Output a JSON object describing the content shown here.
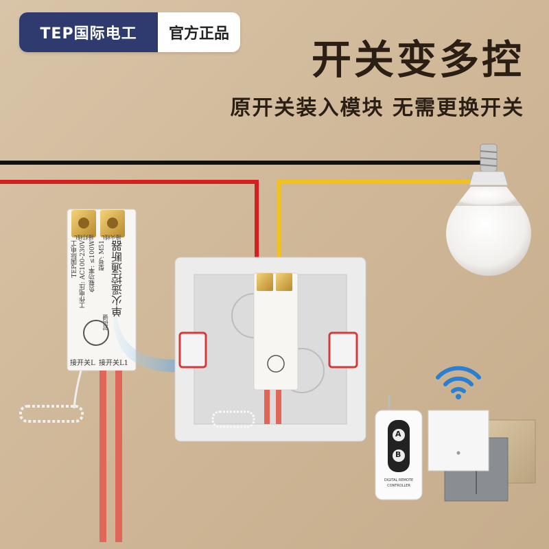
{
  "badge": {
    "brand": "TEP国际电工",
    "official": "官方正品"
  },
  "headline": {
    "title": "开关变多控",
    "subtitle": "原开关装入模块 无需更换开关"
  },
  "module": {
    "name": "单火遥控通断器",
    "model": "型号: M51",
    "load": "负载功率: ≤100W",
    "voltage": "工作电压: AC100-230V",
    "maker": "TEP国际电工",
    "terminal_left": "接开关L",
    "terminal_right": "接开关L1",
    "terminal_top_left": "接灯线L",
    "terminal_top_right": "接火线L",
    "pair_label": "对码键"
  },
  "remote": {
    "button_a": "A",
    "button_b": "B",
    "brand_line1": "DIGITAL REMOTE",
    "brand_line2": "CONTROLLER"
  },
  "colors": {
    "wire_black": "#111111",
    "wire_red": "#d42020",
    "wire_yellow": "#f2c21a",
    "brand_blue": "#2f3a6e",
    "arrow_blue": "#2a7fd0"
  },
  "icons": [
    "wifi-icon",
    "arrow-icon",
    "bulb-icon"
  ]
}
